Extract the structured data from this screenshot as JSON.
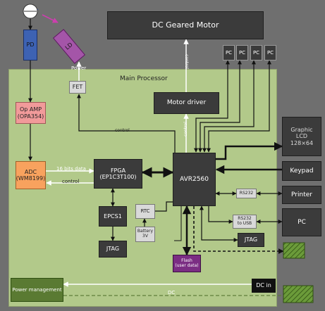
{
  "title": {
    "main_processor": "Main Processor"
  },
  "blocks": {
    "dc_motor": "DC Geared Motor",
    "pd": "PD",
    "ld": "LD",
    "fet": "FET",
    "opamp": "Op AMP\n(OPA354)",
    "adc": "ADC\n(WM8199)",
    "fpga": "FPGA\n(EP1C3T100)",
    "avr": "AVR2560",
    "motor_driver": "Motor driver",
    "epcs": "EPCS1",
    "jtag1": "JTAG",
    "rtc": "RTC",
    "battery": "Battery\n3V",
    "flash": "Flash\n(user data)",
    "rs232": "RS232",
    "rs232usb": "RS232\nto USB",
    "jtag2": "JTAG",
    "power_mgmt": "Power management",
    "dc_in": "DC in",
    "lcd": "Graphic\nLCD\n128×64",
    "keypad": "Keypad",
    "printer": "Printer",
    "pc_ext": "PC",
    "pc_units": [
      "PC",
      "PC",
      "PC",
      "PC"
    ]
  },
  "labels": {
    "power": "Power",
    "control_fet": "control",
    "bits": "16 bits data",
    "control_adc": "control",
    "control_motor": "control",
    "control_avr": "control",
    "dc": "DC"
  },
  "colors": {
    "background": "#6f6f6f",
    "board": "#b2c98a",
    "dark_block": "#3b3b3b",
    "pink": "#f19a9a",
    "orange": "#f8a25e",
    "flash": "#7b2d83",
    "ld": "#a455a8",
    "pd": "#3d62b3",
    "hatch": "#6b9b3a"
  }
}
